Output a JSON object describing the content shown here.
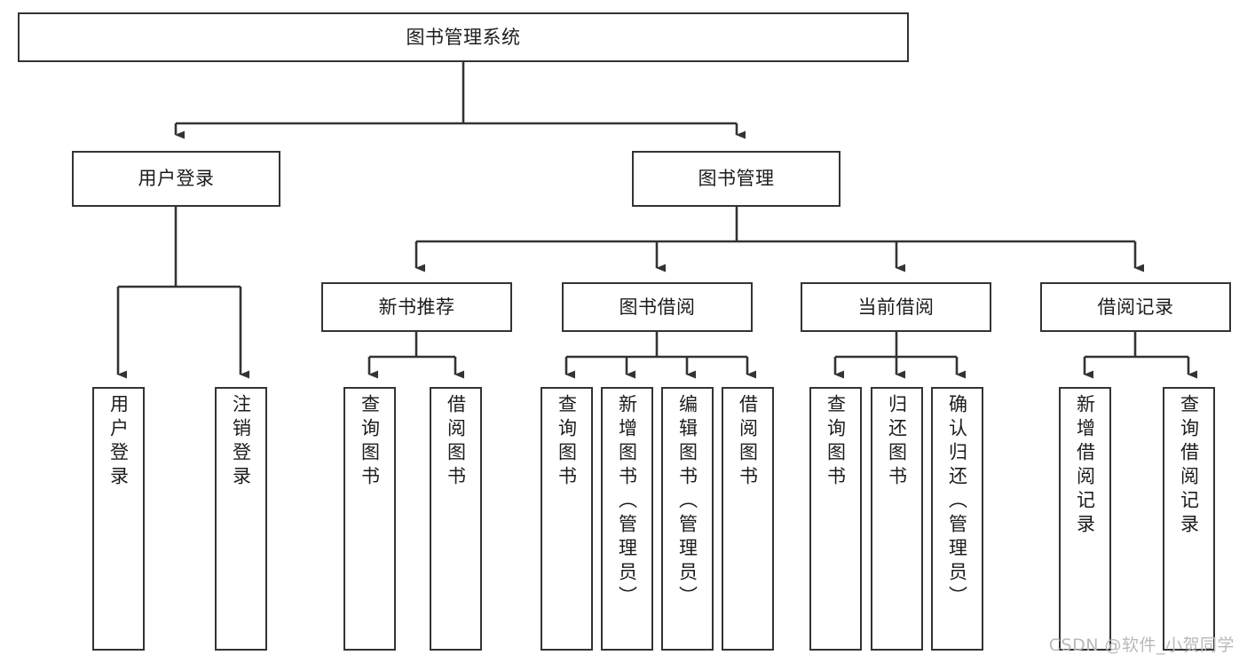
{
  "diagram": {
    "type": "tree-flowchart",
    "title": "图书管理系统",
    "orientation": "top-down",
    "style": {
      "box_fill": "#ffffff",
      "box_stroke": "#333333",
      "connector_color": "#333333",
      "text_color": "#1c1c1c",
      "background": "#ffffff",
      "watermark_color": "#b9b9b9"
    },
    "root": {
      "id": "root",
      "label": "图书管理系统",
      "orientation": "horizontal"
    },
    "level2": [
      {
        "id": "user-login",
        "label": "用户登录",
        "orientation": "horizontal"
      },
      {
        "id": "book-manage",
        "label": "图书管理",
        "orientation": "horizontal"
      }
    ],
    "level3": [
      {
        "id": "new-book-recommend",
        "label": "新书推荐",
        "orientation": "horizontal",
        "parent": "book-manage"
      },
      {
        "id": "book-borrow",
        "label": "图书借阅",
        "orientation": "horizontal",
        "parent": "book-manage"
      },
      {
        "id": "current-borrow",
        "label": "当前借阅",
        "orientation": "horizontal",
        "parent": "book-manage"
      },
      {
        "id": "borrow-record",
        "label": "借阅记录",
        "orientation": "horizontal",
        "parent": "book-manage"
      }
    ],
    "leaves": [
      {
        "id": "leaf-user-login",
        "label": "用户登录",
        "parent": "user-login",
        "orientation": "vertical"
      },
      {
        "id": "leaf-user-logout",
        "label": "注销登录",
        "parent": "user-login",
        "orientation": "vertical"
      },
      {
        "id": "leaf-query-book-1",
        "label": "查询图书",
        "parent": "new-book-recommend",
        "orientation": "vertical"
      },
      {
        "id": "leaf-borrow-book-1",
        "label": "借阅图书",
        "parent": "new-book-recommend",
        "orientation": "vertical"
      },
      {
        "id": "leaf-query-book-2",
        "label": "查询图书",
        "parent": "book-borrow",
        "orientation": "vertical"
      },
      {
        "id": "leaf-add-book",
        "label": "新增图书（管理员）",
        "parent": "book-borrow",
        "orientation": "vertical"
      },
      {
        "id": "leaf-edit-book",
        "label": "编辑图书（管理员）",
        "parent": "book-borrow",
        "orientation": "vertical"
      },
      {
        "id": "leaf-borrow-book-2",
        "label": "借阅图书",
        "parent": "book-borrow",
        "orientation": "vertical"
      },
      {
        "id": "leaf-query-book-3",
        "label": "查询图书",
        "parent": "current-borrow",
        "orientation": "vertical"
      },
      {
        "id": "leaf-return-book",
        "label": "归还图书",
        "parent": "current-borrow",
        "orientation": "vertical"
      },
      {
        "id": "leaf-confirm-return",
        "label": "确认归还（管理员）",
        "parent": "current-borrow",
        "orientation": "vertical"
      },
      {
        "id": "leaf-add-record",
        "label": "新增借阅记录",
        "parent": "borrow-record",
        "orientation": "vertical"
      },
      {
        "id": "leaf-query-record",
        "label": "查询借阅记录",
        "parent": "borrow-record",
        "orientation": "vertical"
      }
    ]
  },
  "watermark": {
    "text": "CSDN @软件_小贺同学"
  }
}
